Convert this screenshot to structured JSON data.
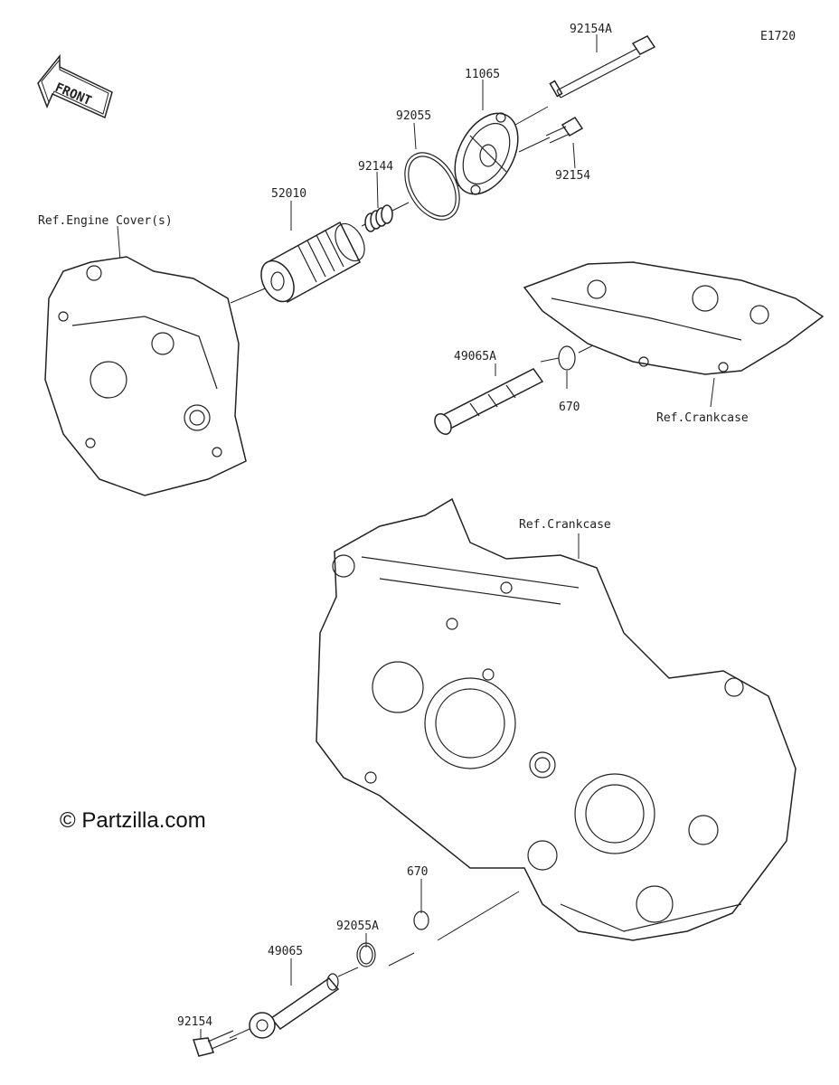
{
  "diagram_code": "E1720",
  "front_arrow": {
    "text": "FRONT",
    "icon": "front-arrow-icon"
  },
  "copyright": "© Partzilla.com",
  "labels": {
    "p92154A": "92154A",
    "p11065": "11065",
    "p92055": "92055",
    "p92144": "92144",
    "p92154_top": "92154",
    "p52010": "52010",
    "ref_engine_cover": "Ref.Engine Cover(s)",
    "p49065A": "49065A",
    "p670_top": "670",
    "ref_crankcase_top": "Ref.Crankcase",
    "ref_crankcase_main": "Ref.Crankcase",
    "p670_bottom": "670",
    "p92055A": "92055A",
    "p49065": "49065",
    "p92154_bottom": "92154"
  }
}
